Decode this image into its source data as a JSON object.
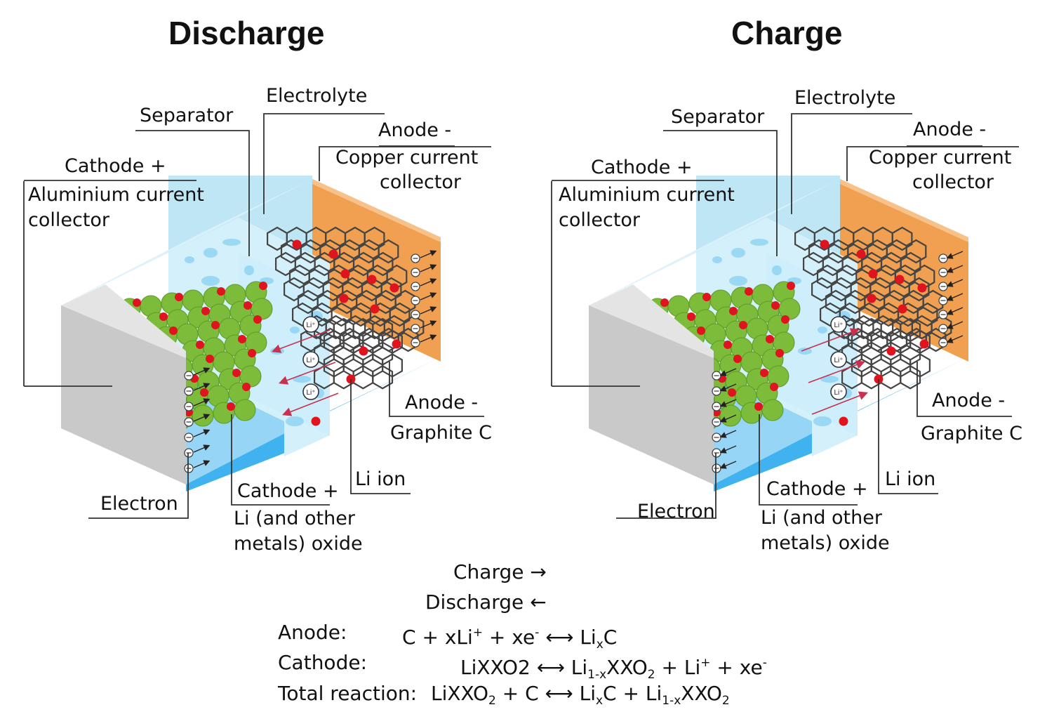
{
  "panels": {
    "left": {
      "title": "Discharge",
      "labels": {
        "separator": "Separator",
        "electrolyte": "Electrolyte",
        "anode_top": "Anode -",
        "copper_1": "Copper current",
        "copper_2": "collector",
        "cathode_top": "Cathode +",
        "aluminium_1": "Aluminium current",
        "aluminium_2": "collector",
        "anode_bottom": "Anode -",
        "graphite": "Graphite C",
        "li_ion": "Li ion",
        "cathode_bottom": "Cathode +",
        "oxide_1": "Li (and other",
        "oxide_2": "metals) oxide",
        "electron": "Electron"
      }
    },
    "right": {
      "title": "Charge",
      "labels": {
        "separator": "Separator",
        "electrolyte": "Electrolyte",
        "anode_top": "Anode -",
        "copper_1": "Copper current",
        "copper_2": "collector",
        "cathode_top": "Cathode +",
        "aluminium_1": "Aluminium current",
        "aluminium_2": "collector",
        "anode_bottom": "Anode -",
        "graphite": "Graphite C",
        "li_ion": "Li ion",
        "cathode_bottom": "Cathode +",
        "oxide_1": "Li (and other",
        "oxide_2": "metals) oxide",
        "electron": "Electron"
      }
    }
  },
  "ion_badge": "Li⁺",
  "electron_symbol": "⊖",
  "equations": {
    "charge": "Charge →",
    "discharge": "Discharge ←",
    "anode_label": "Anode:",
    "cathode_label": "Cathode:",
    "total_label": "Total reaction:",
    "arrow": "⟷",
    "anode_lhs": "C + xLi",
    "plus_sup": "+",
    "anode_mid": " + xe",
    "minus_sup": "-",
    "li": "Li",
    "sub_x": "x",
    "c": "C",
    "cathode_lhs": "LiXXO2",
    "sub_1mx": "1-x",
    "xxo": "XXO",
    "sub_2": "2",
    "plus_li": " + Li",
    "plus_xe": " + xe",
    "total_lhs_a": "LiXXO",
    "plus_c": " + C",
    "plus_li_space": " + Li"
  },
  "colors": {
    "electrolyte": "#bfe6f5",
    "separator": "#d4f0fa",
    "pore": "#8fd3f2",
    "deep_blue": "#3fb2ef",
    "copper": "#f0a050",
    "aluminium": "#c9c9c9",
    "cathode_particle": "#7dbb3a",
    "li_ion": "#e0141e",
    "graphite_line": "#444444",
    "ion_arrow": "#c83250"
  }
}
